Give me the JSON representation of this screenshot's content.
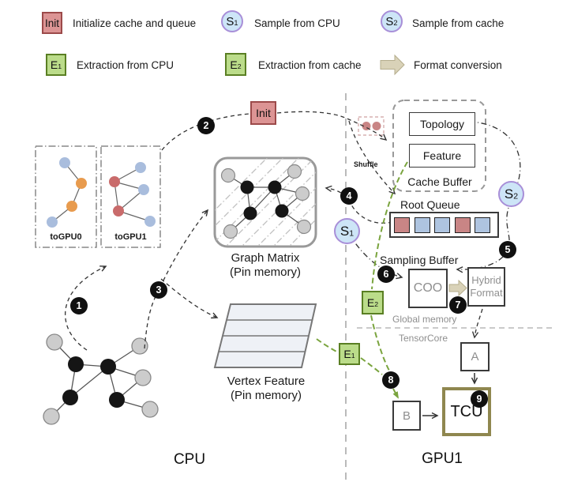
{
  "legend": {
    "row1": [
      {
        "badge": "Init",
        "label": "Initialize cache and queue"
      },
      {
        "letter": "S",
        "sub": "1",
        "label": "Sample from CPU"
      },
      {
        "letter": "S",
        "sub": "2",
        "label": "Sample from cache"
      }
    ],
    "row2": [
      {
        "letter": "E",
        "sub": "1",
        "label": "Extraction from CPU"
      },
      {
        "letter": "E",
        "sub": "2",
        "label": "Extraction from cache"
      },
      {
        "label": "Format conversion"
      }
    ]
  },
  "badges": {
    "init": "Init",
    "s1": {
      "letter": "S",
      "sub": "1"
    },
    "s2": {
      "letter": "S",
      "sub": "2"
    },
    "e1": {
      "letter": "E",
      "sub": "1"
    },
    "e2": {
      "letter": "E",
      "sub": "2"
    }
  },
  "steps": [
    "1",
    "2",
    "3",
    "4",
    "5",
    "6",
    "7",
    "8",
    "9"
  ],
  "cpu": {
    "label": "CPU",
    "togpu0": "toGPU0",
    "togpu1": "toGPU1",
    "graph_matrix": "Graph Matrix",
    "graph_matrix_sub": "(Pin memory)",
    "vertex_feature": "Vertex Feature",
    "vertex_feature_sub": "(Pin memory)"
  },
  "gpu": {
    "label": "GPU1",
    "topology": "Topology",
    "feature": "Feature",
    "cache_buffer": "Cache Buffer",
    "shuffle": "Shuffle",
    "root_queue": "Root Queue",
    "sampling_buffer": "Sampling Buffer",
    "coo": "COO",
    "hybrid_line1": "Hybrid",
    "hybrid_line2": "Format",
    "global_memory": "Global memory",
    "tensorcore": "TensorCore",
    "block_a": "A",
    "block_b": "B",
    "tcu": "TCU"
  },
  "root_queue_squares": [
    "red",
    "blue",
    "blue",
    "red",
    "blue"
  ],
  "colors": {
    "init_fill": "#dc9494",
    "init_border": "#9c4a4a",
    "sample_fill": "#cde5f7",
    "sample_border": "#a88fd8",
    "extract_fill": "#bbdc8a",
    "extract_border": "#5a7f23",
    "queue_red": "#c98585",
    "queue_blue": "#aec4e0",
    "format_arrow_fill": "#d9d2b8",
    "green_dash": "#7aa43e",
    "tcu_border": "#8f874f"
  }
}
